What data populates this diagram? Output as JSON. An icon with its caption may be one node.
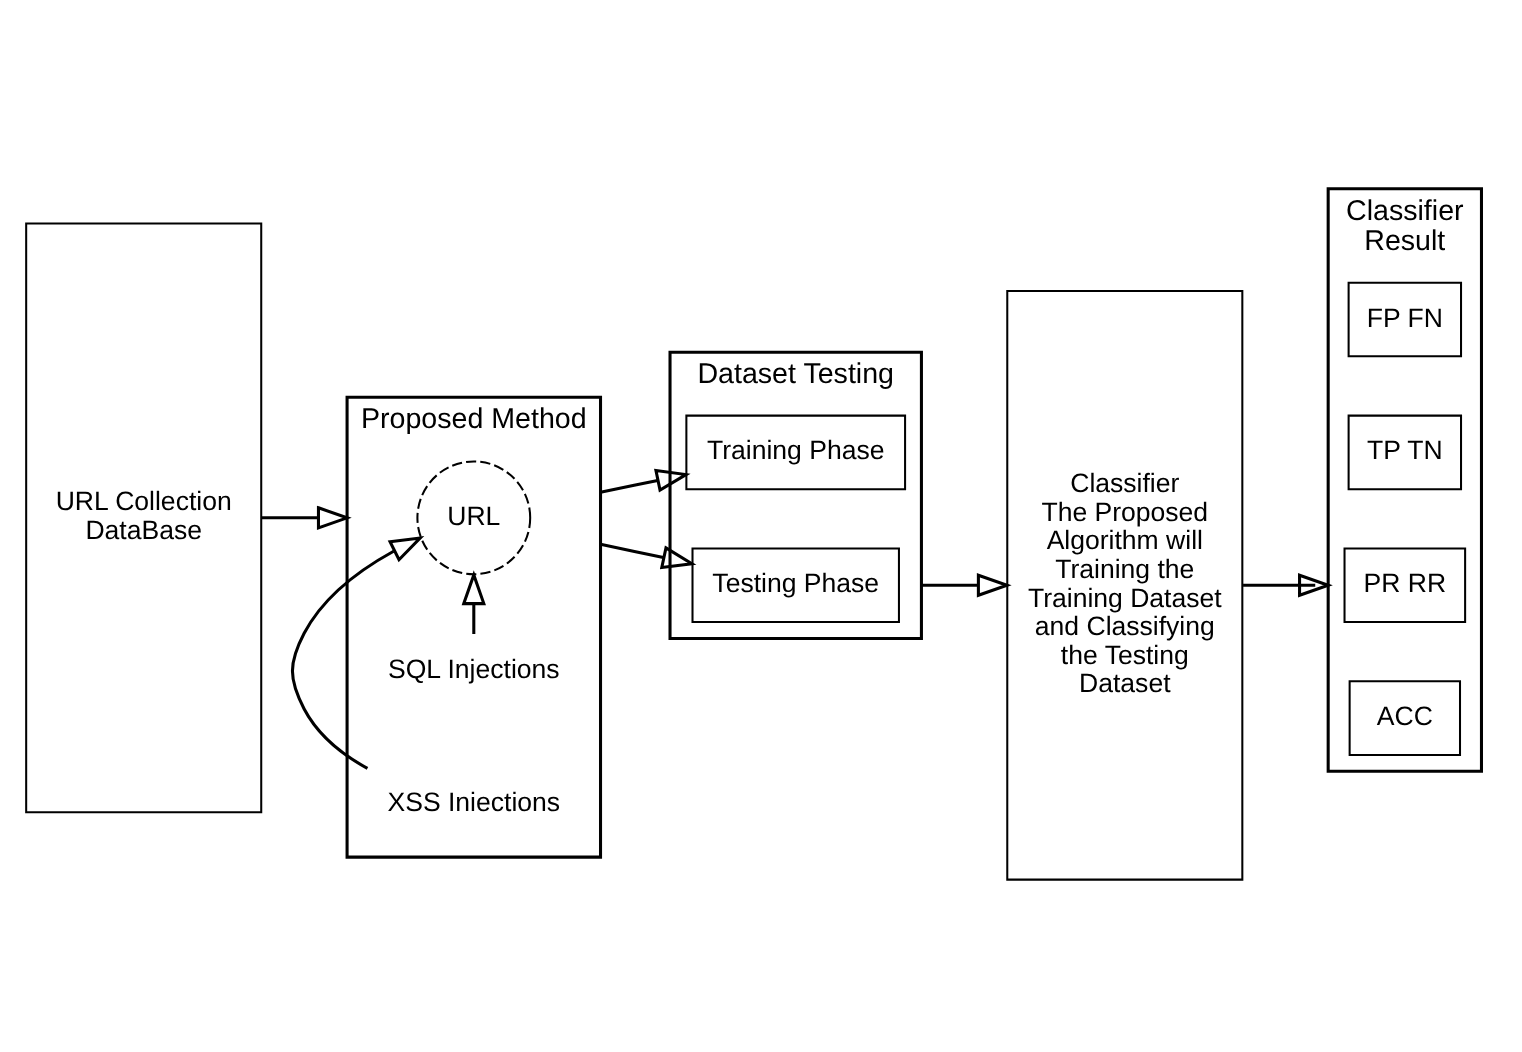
{
  "diagram": {
    "nodes": [
      {
        "text": [
          "URL Collection",
          "DataBase"
        ]
      },
      {
        "text": [
          "Proposed Method"
        ]
      },
      {
        "text": [
          "SQL Injections"
        ],
        "in": 1
      },
      {
        "text": [
          "URL"
        ],
        "in": 1
      },
      {
        "text": [
          "XSS Iniections"
        ],
        "in": 1
      },
      {
        "text": [
          "Dataset Testing"
        ]
      },
      {
        "text": [
          "Training Phase"
        ],
        "in": 5
      },
      {
        "text": [
          "Testing Phase"
        ],
        "in": 5
      },
      {
        "text": [
          "Classifier",
          "The Proposed Algorithm will Training the Training Dataset and Classifying the Testing Dataset"
        ]
      },
      {
        "text": [
          "Classifier Result"
        ]
      },
      {
        "text": [
          "FP FN"
        ],
        "in": 9
      },
      {
        "text": [
          "TP TN"
        ],
        "in": 9
      },
      {
        "text": [
          "PR RR"
        ],
        "in": 9
      },
      {
        "text": [
          "ACC"
        ],
        "in": 9
      }
    ],
    "edges": [
      {
        "from": 0,
        "to": 1,
        "arrow": "to"
      },
      {
        "from": 2,
        "to": 3,
        "arrow": "to"
      },
      {
        "from": 4,
        "to": 3,
        "arrow": "to"
      },
      {
        "from": 1,
        "to": 6,
        "arrow": "to"
      },
      {
        "from": 1,
        "to": 7,
        "arrow": "to"
      },
      {
        "from": 5,
        "to": 8,
        "arrow": "to"
      },
      {
        "from": 8,
        "to": 9,
        "arrow": "to"
      }
    ]
  }
}
